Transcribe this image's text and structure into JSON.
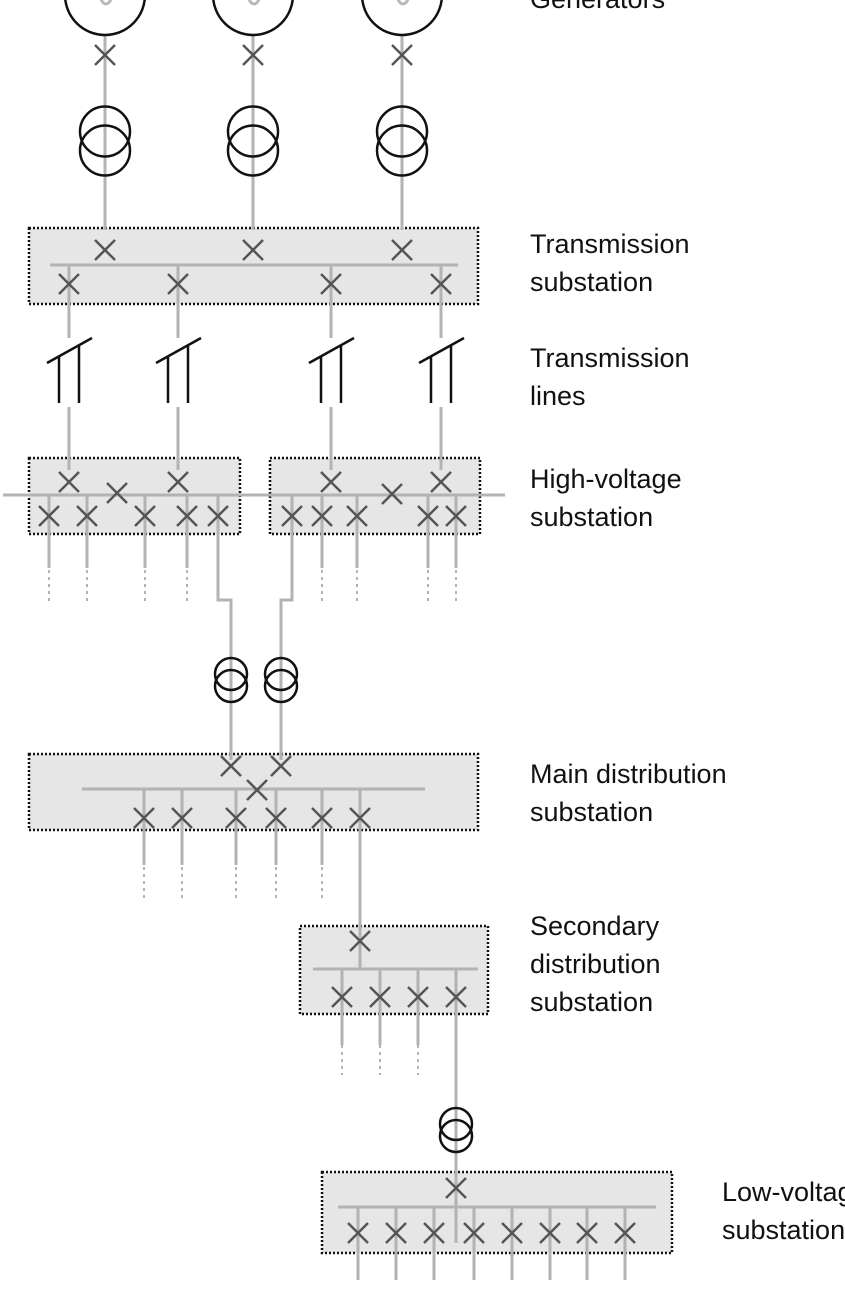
{
  "diagram": {
    "title": "Electric power system: generation to low-voltage distribution",
    "colors": {
      "background": "#ffffff",
      "substation_fill": "#e6e6e6",
      "substation_border": "#111111",
      "line": "#b3b3b3",
      "breaker": "#555555",
      "symbol": "#111111",
      "generator_wave": "#b8b8b8"
    },
    "levels": [
      {
        "id": "generators",
        "label_lines": [
          "Generators"
        ],
        "units": 3,
        "symbol": "generator-icon",
        "breakers_per_unit": 1,
        "transformers_per_unit": 1
      },
      {
        "id": "transmission-substation",
        "label_lines": [
          "Transmission",
          "substation"
        ],
        "incoming_breakers": 3,
        "outgoing_breakers": 4
      },
      {
        "id": "transmission-lines",
        "label_lines": [
          "Transmission",
          "lines"
        ],
        "lines": 4,
        "symbol": "transmission-tower-icon"
      },
      {
        "id": "high-voltage-substation",
        "label_lines": [
          "High-voltage",
          "substation"
        ],
        "sections": 2,
        "incoming_breakers_per_section": 2,
        "coupler_breakers_per_section": 1,
        "outgoing_breakers": [
          5,
          5
        ]
      },
      {
        "id": "main-distribution-substation",
        "label_lines": [
          "Main distribution",
          "substation"
        ],
        "incoming_transformers": 2,
        "incoming_breakers": 2,
        "coupler_breakers": 1,
        "outgoing_breakers": 6
      },
      {
        "id": "secondary-distribution-substation",
        "label_lines": [
          "Secondary",
          "distribution",
          "substation"
        ],
        "incoming_breakers": 1,
        "outgoing_breakers": 4
      },
      {
        "id": "low-voltage-substation",
        "label_lines": [
          "Low-voltage",
          "substation"
        ],
        "incoming_transformers": 1,
        "incoming_breakers": 1,
        "outgoing_breakers": 8
      }
    ]
  }
}
